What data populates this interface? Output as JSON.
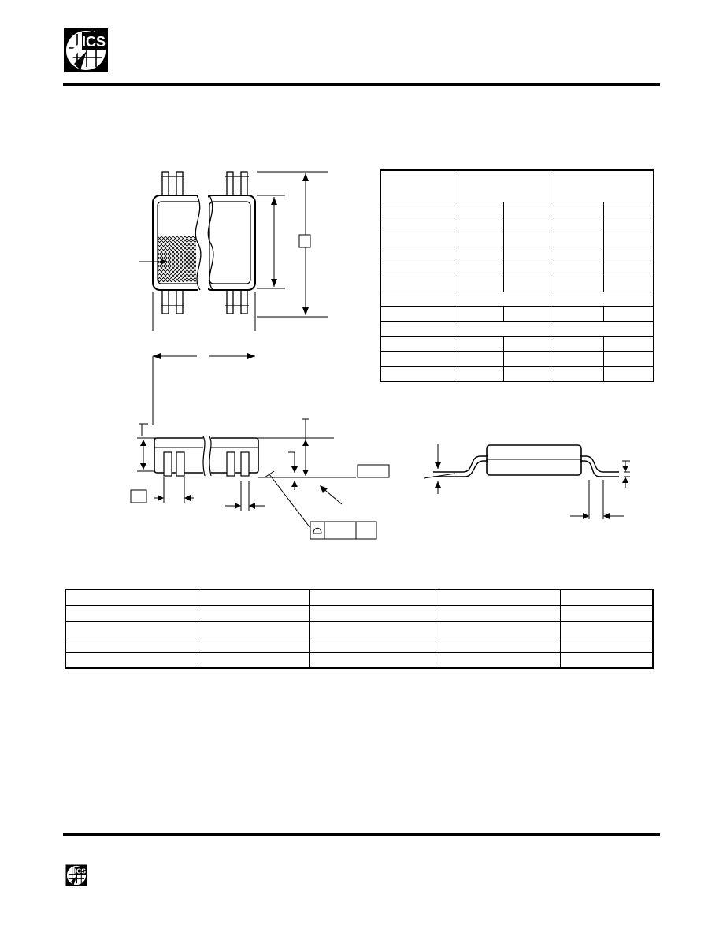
{
  "header": {
    "logo_text": "ICS"
  },
  "footer": {
    "logo_text": "ICS"
  },
  "diagram": {
    "labels": []
  },
  "dimension_table": {
    "header_rows": 2,
    "body_rows": 12
  },
  "ordering_table": {
    "rows": 5,
    "cols": 5
  }
}
